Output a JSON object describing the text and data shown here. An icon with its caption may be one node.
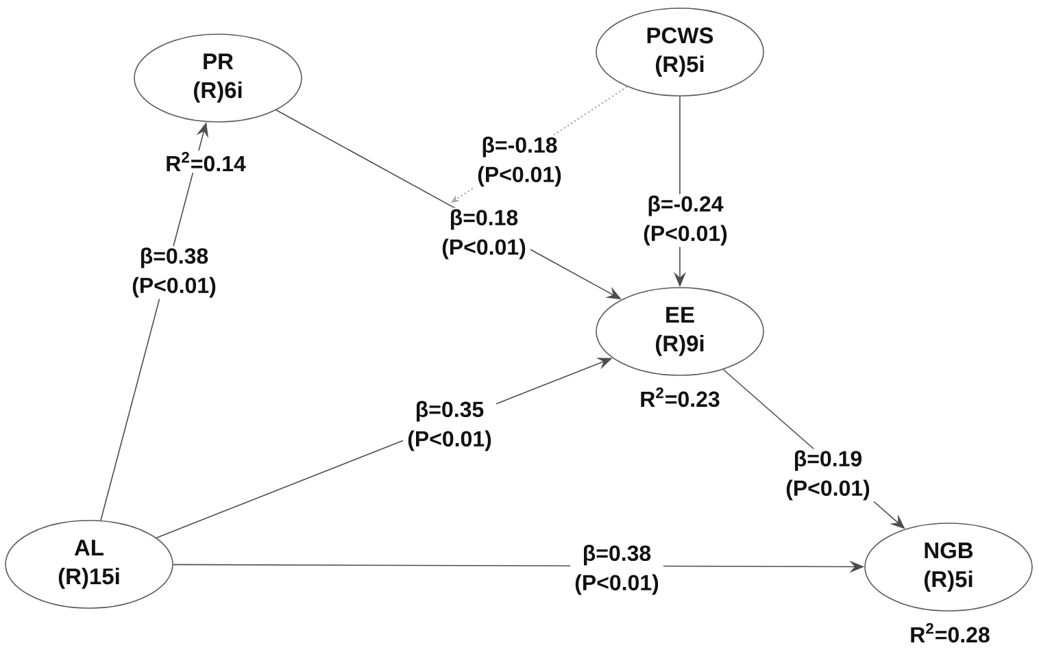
{
  "diagram": {
    "nodes": [
      {
        "text": [
          "PR",
          "(R)6i"
        ],
        "beside": [
          "R$^{2}$=0.14"
        ]
      },
      {
        "text": [
          "PCWS",
          "(R)5i"
        ]
      },
      {
        "text": [
          "EE",
          "(R)9i"
        ],
        "beside": [
          "R$^{2}$=0.23"
        ]
      },
      {
        "text": [
          "AL",
          "(R)15i"
        ]
      },
      {
        "text": [
          "NGB",
          "(R)5i"
        ],
        "beside": [
          "R$^{2}$=0.28"
        ]
      }
    ],
    "edges": [
      {
        "from": 3,
        "to": 0,
        "arrow": "to",
        "label": "β=0.38 (P<0.01)"
      },
      {
        "from": 0,
        "to": 2,
        "arrow": "to",
        "label": "β=0.18 (P<0.01)"
      },
      {
        "from": 1,
        "to": null,
        "arrow": "to",
        "style": "dashed",
        "color": "#a0a0a0",
        "label": "β=-0.18 (P<0.01)"
      },
      {
        "from": 1,
        "to": 2,
        "arrow": "to",
        "label": "β=-0.24 (P<0.01)"
      },
      {
        "from": 3,
        "to": 2,
        "arrow": "to",
        "label": "β=0.35 (P<0.01)"
      },
      {
        "from": 2,
        "to": 4,
        "arrow": "to",
        "label": "β=0.19 (P<0.01)"
      },
      {
        "from": 3,
        "to": 4,
        "arrow": "to",
        "label": "β=0.38 (P<0.01)"
      }
    ]
  }
}
